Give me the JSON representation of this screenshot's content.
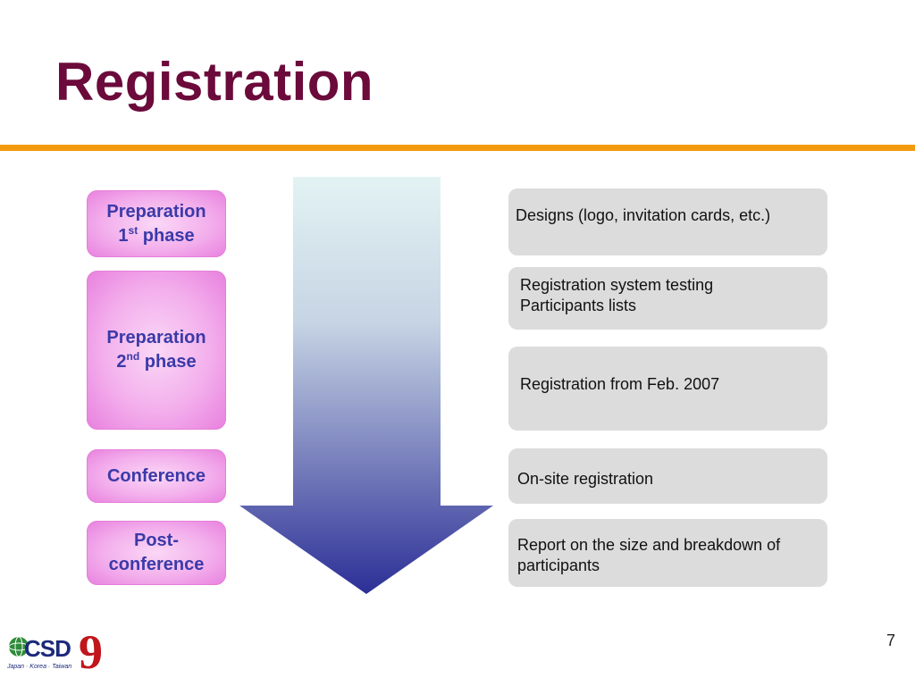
{
  "slide": {
    "title": "Registration",
    "page_number": "7"
  },
  "phases": [
    {
      "line1": "Preparation",
      "line2_num": "1",
      "line2_sup": "st",
      "line2_rest": " phase"
    },
    {
      "line1": "Preparation",
      "line2_num": "2",
      "line2_sup": "nd",
      "line2_rest": " phase"
    },
    {
      "line1": "Conference"
    },
    {
      "line1": "Post-",
      "line2": "conference"
    }
  ],
  "notes": [
    {
      "lines": [
        "Designs (logo, invitation cards, etc.)"
      ]
    },
    {
      "lines": [
        "Registration system testing",
        "Participants lists"
      ]
    },
    {
      "lines": [
        "Registration from Feb. 2007"
      ]
    },
    {
      "lines": [
        "On-site registration"
      ]
    },
    {
      "lines": [
        "Report on the size and breakdown of",
        "participants"
      ]
    }
  ],
  "logo": {
    "brand": "CSD",
    "number": "9",
    "tagline": "Japan · Korea · Taiwan"
  },
  "colors": {
    "title": "#6b0a3b",
    "accent_rule": "#f29b0e",
    "phase_text": "#3b3aa8",
    "note_bg": "#dcdcdc",
    "arrow_top": "#e3f3f3",
    "arrow_bottom": "#2c2f96"
  }
}
